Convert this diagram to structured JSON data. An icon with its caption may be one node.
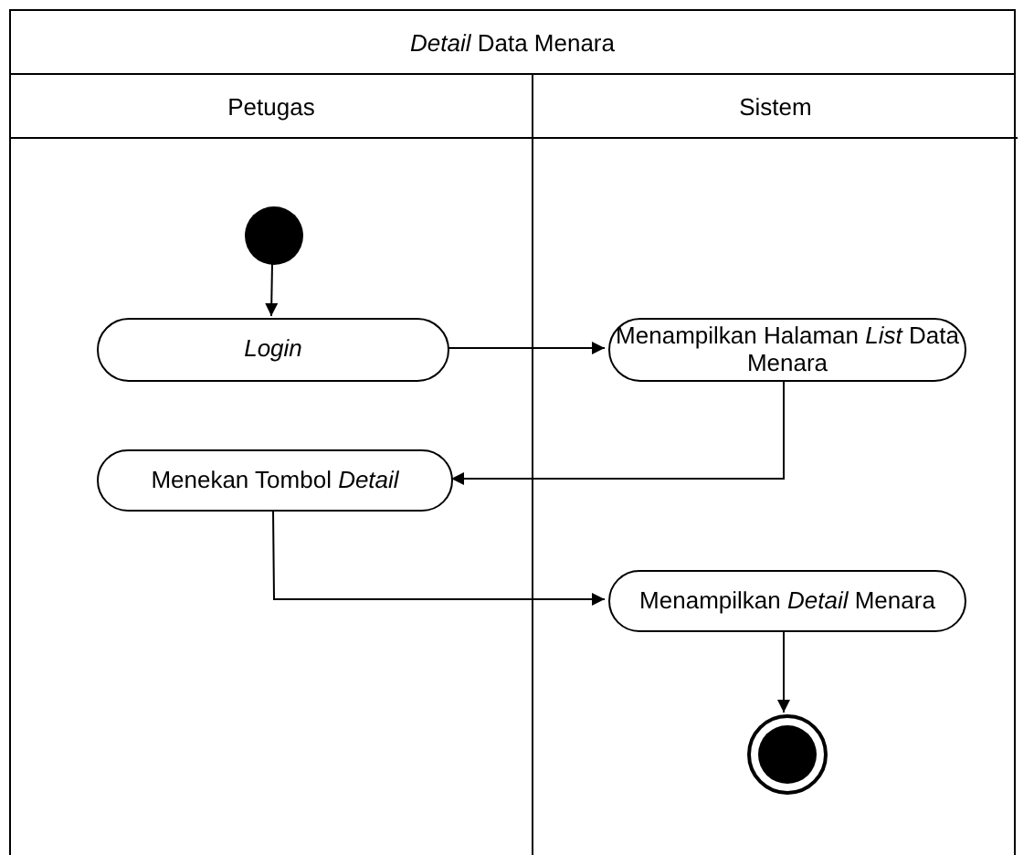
{
  "diagram": {
    "nodes": [
      {
        "text": [
          "*Detail* Data Menara"
        ]
      },
      {
        "text": [
          "Petugas"
        ],
        "in": 0
      },
      {
        "text": [
          "Sistem"
        ],
        "in": 0
      },
      {
        "text": [],
        "shape": "circle",
        "in": 1
      },
      {
        "text": [
          "Login"
        ],
        "in": 1
      },
      {
        "text": [
          "Menampilkan Halaman *List* Data Menara"
        ],
        "in": 2
      },
      {
        "text": [
          "Menekan Tombol *Detail*"
        ],
        "in": 1
      },
      {
        "text": [
          "Menampilkan *Detail* Menara"
        ],
        "in": 2
      },
      {
        "text": [],
        "shape": "circle",
        "in": 2
      }
    ],
    "edges": [
      {
        "from": 3,
        "to": 4,
        "arrow": "to"
      },
      {
        "from": 4,
        "to": 5,
        "arrow": "to"
      },
      {
        "from": 5,
        "to": 6,
        "arrow": "to"
      },
      {
        "from": 6,
        "to": 7,
        "arrow": "to"
      },
      {
        "from": 7,
        "to": 8,
        "arrow": "to"
      }
    ]
  }
}
